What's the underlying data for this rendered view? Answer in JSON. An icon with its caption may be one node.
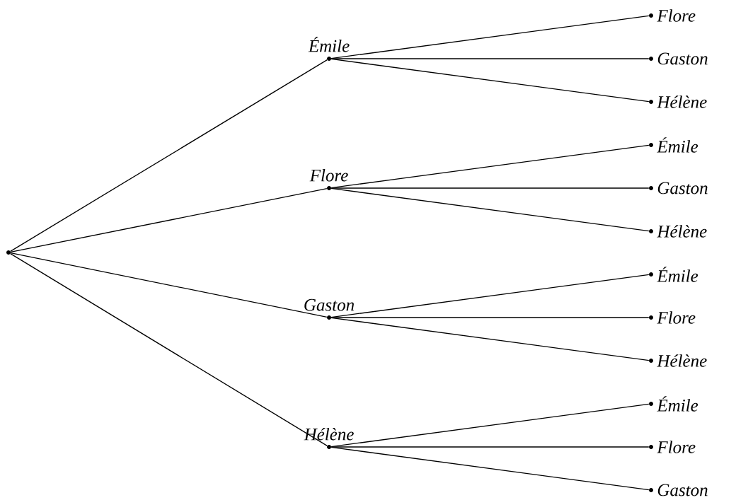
{
  "diagram": {
    "nodes": [
      {
        "text": [],
        "shape": "circle"
      },
      {
        "text": [
          "Émile"
        ]
      },
      {
        "text": [
          "Flore"
        ]
      },
      {
        "text": [
          "Gaston"
        ]
      },
      {
        "text": [
          "Hélène"
        ]
      },
      {
        "text": [
          "Flore"
        ]
      },
      {
        "text": [
          "Gaston"
        ]
      },
      {
        "text": [
          "Hélène"
        ]
      },
      {
        "text": [
          "Émile"
        ]
      },
      {
        "text": [
          "Gaston"
        ]
      },
      {
        "text": [
          "Hélène"
        ]
      },
      {
        "text": [
          "Émile"
        ]
      },
      {
        "text": [
          "Flore"
        ]
      },
      {
        "text": [
          "Hélène"
        ]
      },
      {
        "text": [
          "Émile"
        ]
      },
      {
        "text": [
          "Flore"
        ]
      },
      {
        "text": [
          "Gaston"
        ]
      }
    ],
    "edges": [
      {
        "from": 0,
        "to": 1,
        "arrow": "none"
      },
      {
        "from": 0,
        "to": 2,
        "arrow": "none"
      },
      {
        "from": 0,
        "to": 3,
        "arrow": "none"
      },
      {
        "from": 0,
        "to": 4,
        "arrow": "none"
      },
      {
        "from": 1,
        "to": 5,
        "arrow": "none"
      },
      {
        "from": 1,
        "to": 6,
        "arrow": "none"
      },
      {
        "from": 1,
        "to": 7,
        "arrow": "none"
      },
      {
        "from": 2,
        "to": 8,
        "arrow": "none"
      },
      {
        "from": 2,
        "to": 9,
        "arrow": "none"
      },
      {
        "from": 2,
        "to": 10,
        "arrow": "none"
      },
      {
        "from": 3,
        "to": 11,
        "arrow": "none"
      },
      {
        "from": 3,
        "to": 12,
        "arrow": "none"
      },
      {
        "from": 3,
        "to": 13,
        "arrow": "none"
      },
      {
        "from": 4,
        "to": 14,
        "arrow": "none"
      },
      {
        "from": 4,
        "to": 15,
        "arrow": "none"
      },
      {
        "from": 4,
        "to": 16,
        "arrow": "none"
      }
    ]
  }
}
